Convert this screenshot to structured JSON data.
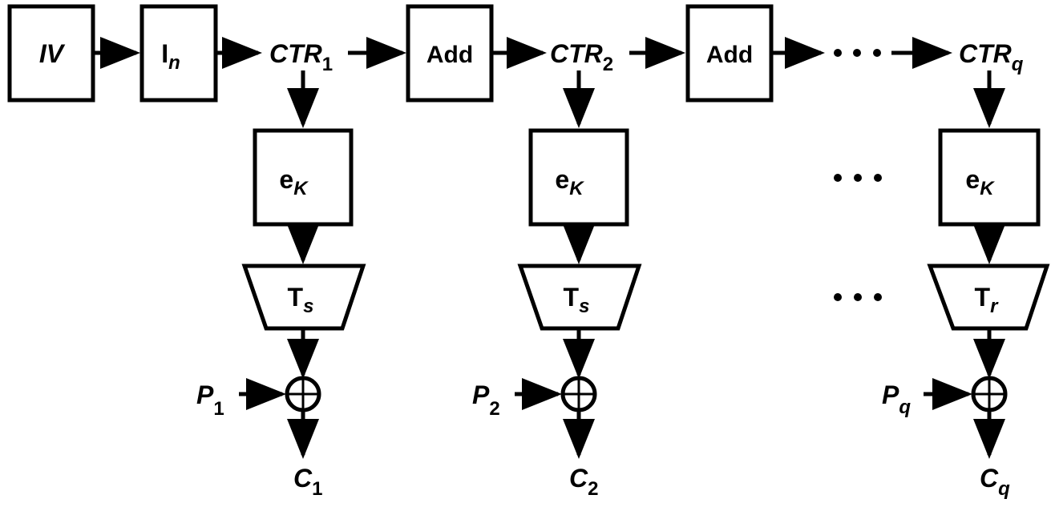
{
  "diagram": {
    "type": "counter-mode-encryption",
    "colors": {
      "stroke": "#000000",
      "background": "#ffffff"
    },
    "top_row": {
      "iv": {
        "label": "IV"
      },
      "increment": {
        "label": "I",
        "sub": "n"
      },
      "ctr1": {
        "label": "CTR",
        "sub": "1"
      },
      "add1": {
        "label": "Add"
      },
      "ctr2": {
        "label": "CTR",
        "sub": "2"
      },
      "add2": {
        "label": "Add"
      },
      "ellipsis": "•••",
      "ctrq": {
        "label": "CTR",
        "sub": "q"
      }
    },
    "columns": [
      {
        "encrypt": {
          "label": "e",
          "sub": "K"
        },
        "truncate": {
          "label": "T",
          "sub": "s"
        },
        "plain": {
          "label": "P",
          "sub": "1"
        },
        "cipher": {
          "label": "C",
          "sub": "1"
        }
      },
      {
        "encrypt": {
          "label": "e",
          "sub": "K"
        },
        "truncate": {
          "label": "T",
          "sub": "s"
        },
        "plain": {
          "label": "P",
          "sub": "2"
        },
        "cipher": {
          "label": "C",
          "sub": "2"
        }
      },
      {
        "encrypt": {
          "label": "e",
          "sub": "K"
        },
        "truncate": {
          "label": "T",
          "sub": "r"
        },
        "plain": {
          "label": "P",
          "sub": "q"
        },
        "cipher": {
          "label": "C",
          "sub": "q"
        }
      }
    ],
    "mid_ellipsis": "•••",
    "xor_symbol": "xor"
  }
}
